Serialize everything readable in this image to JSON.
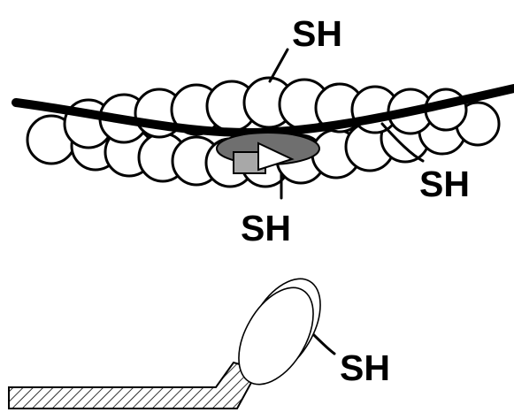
{
  "labels": {
    "sh_top": "SH",
    "sh_right": "SH",
    "sh_bottom": "SH",
    "sh_myosin": "SH"
  },
  "colors": {
    "background": "#ffffff",
    "outline": "#000000",
    "tropomyosin": "#000000",
    "troponin_dark": "#6f6f6f",
    "troponin_light": "#a8a8a8",
    "troponin_white": "#ffffff",
    "hatch": "#000000"
  },
  "icons": {
    "filament": "actin-filament-icon",
    "myosin": "myosin-head-icon"
  }
}
